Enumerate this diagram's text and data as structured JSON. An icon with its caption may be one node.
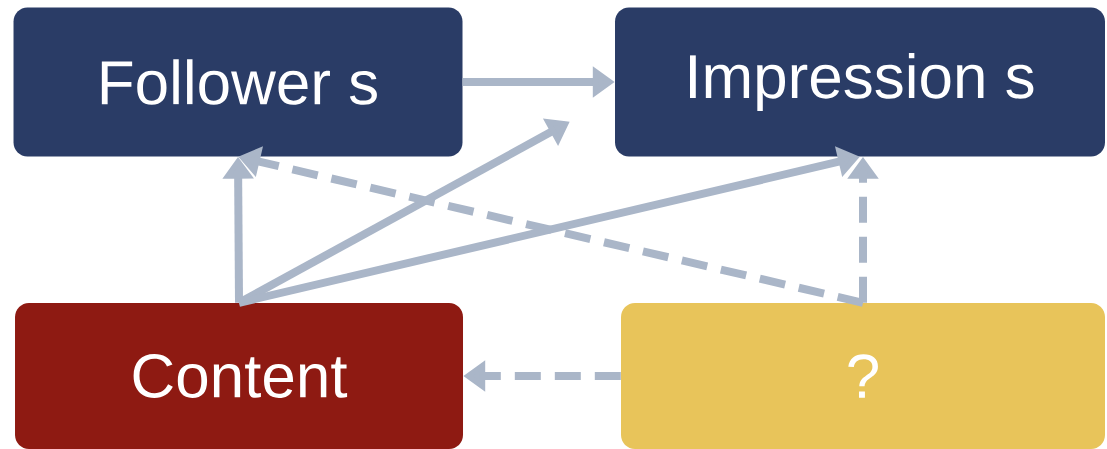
{
  "diagram": {
    "nodes": [
      {
        "text": [
          "Follower s"
        ]
      },
      {
        "text": [
          "Impression s"
        ]
      },
      {
        "text": [
          "Content"
        ]
      },
      {
        "text": [
          "?"
        ]
      }
    ],
    "edges": [
      {
        "from": 0,
        "to": 1,
        "arrow": "to"
      },
      {
        "from": 2,
        "to": 0,
        "arrow": "to"
      },
      {
        "from": 2,
        "to": 1,
        "arrow": "to"
      },
      {
        "from": 2,
        "to": 1,
        "arrow": "to"
      },
      {
        "from": 3,
        "to": 0,
        "arrow": "to",
        "style": "dashed"
      },
      {
        "from": 3,
        "to": 1,
        "arrow": "to",
        "style": "dashed"
      },
      {
        "from": 3,
        "to": 2,
        "arrow": "to",
        "style": "dashed"
      }
    ]
  }
}
